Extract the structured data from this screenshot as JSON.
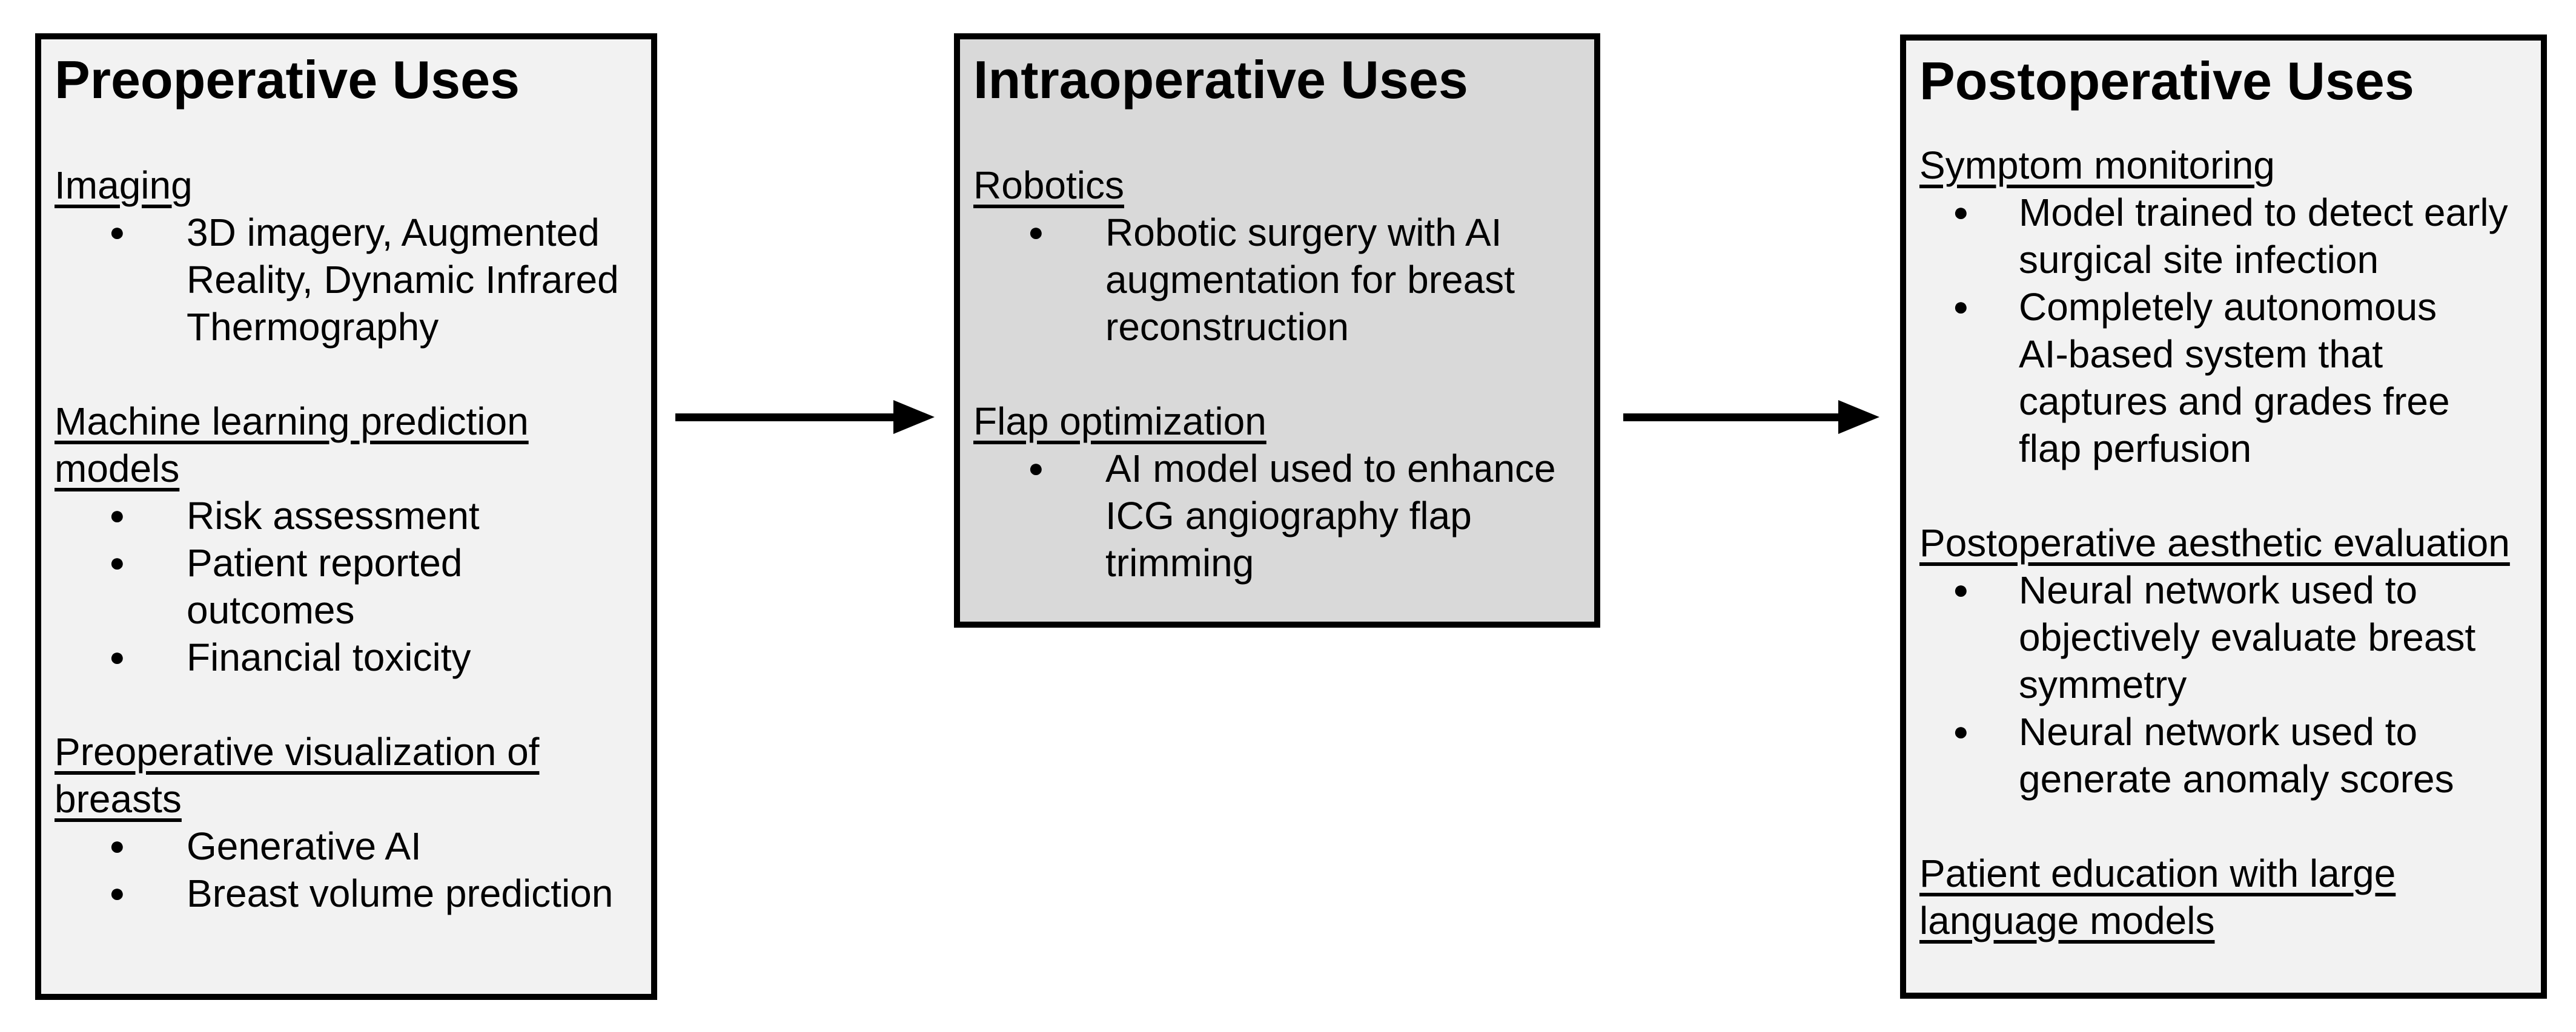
{
  "diagram": {
    "colors": {
      "background": "#ffffff",
      "box_light": "#f2f2f2",
      "box_medium": "#d9d9d9",
      "border": "#000000",
      "text": "#000000"
    },
    "arrows": [
      {
        "name": "preoperative-to-intraoperative",
        "direction": "right"
      },
      {
        "name": "intraoperative-to-postoperative",
        "direction": "right"
      }
    ],
    "boxes": [
      {
        "title": "Preoperative Uses",
        "sections": [
          {
            "heading": "Imaging",
            "bullets": [
              "3D imagery, Augmented\nReality, Dynamic Infrared\nThermography"
            ]
          },
          {
            "heading": "Machine learning prediction\nmodels",
            "bullets": [
              "Risk assessment",
              "Patient reported\noutcomes",
              "Financial toxicity"
            ]
          },
          {
            "heading": "Preoperative visualization of\nbreasts",
            "bullets": [
              "Generative AI",
              "Breast volume prediction"
            ]
          }
        ]
      },
      {
        "title": "Intraoperative Uses",
        "sections": [
          {
            "heading": "Robotics",
            "bullets": [
              "Robotic surgery with AI\naugmentation for breast\nreconstruction"
            ]
          },
          {
            "heading": "Flap optimization",
            "bullets": [
              "AI model used to enhance\nICG angiography flap\ntrimming"
            ]
          }
        ]
      },
      {
        "title": "Postoperative Uses",
        "sections": [
          {
            "heading": "Symptom monitoring",
            "bullets": [
              "Model trained to detect early\nsurgical site infection",
              "Completely autonomous\nAI-based system that\ncaptures and grades free\nflap perfusion"
            ]
          },
          {
            "heading": "Postoperative aesthetic evaluation",
            "bullets": [
              "Neural network used to\nobjectively evaluate breast\nsymmetry",
              "Neural network used to\ngenerate anomaly scores"
            ]
          },
          {
            "heading": "Patient education with large\nlanguage models",
            "bullets": []
          }
        ]
      }
    ]
  }
}
